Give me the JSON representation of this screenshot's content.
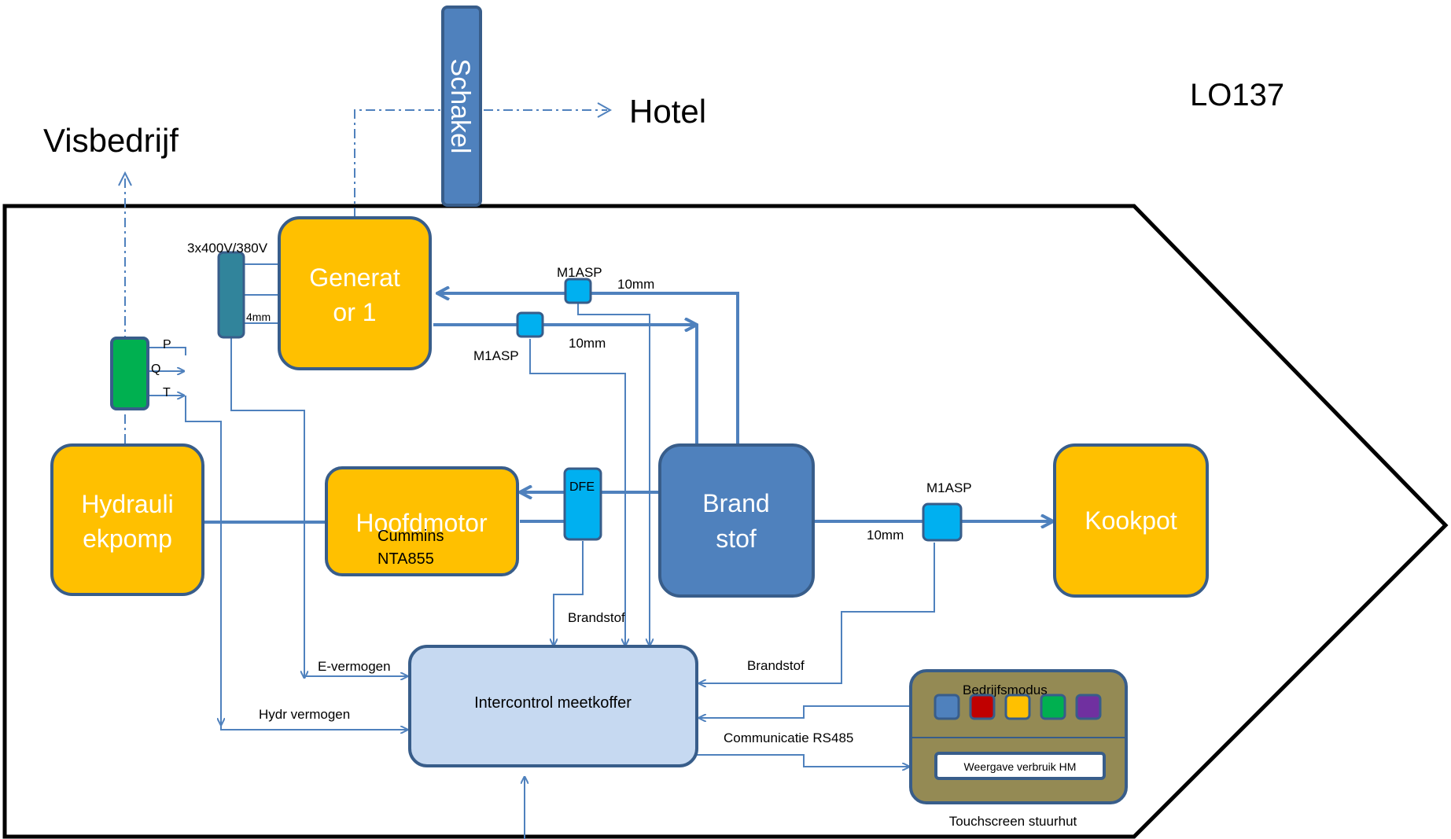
{
  "page": {
    "id_label": "LO137",
    "hotel_label": "Hotel",
    "visbedrijf_label": "Visbedrijf",
    "schakel_label": "Schakel"
  },
  "components": {
    "generator": {
      "line1": "Generat",
      "line2": "or 1"
    },
    "hydraulic_pump": {
      "line1": "Hydrauli",
      "line2": "ekpomp"
    },
    "main_engine": {
      "title": "Hoofdmotor",
      "sub1": "Cummins",
      "sub2": "NTA855"
    },
    "fuel": {
      "line1": "Brand",
      "line2": "stof"
    },
    "cooker": {
      "label": "Kookpot"
    },
    "meetkoffer": {
      "label": "Intercontrol meetkoffer"
    },
    "touchscreen": {
      "mode_label": "Bedrijfsmodus",
      "display_label": "Weergave verbruik HM",
      "caption": "Touchscreen stuurhut",
      "mode_buttons": [
        {
          "name": "blue",
          "color": "#4F81BD"
        },
        {
          "name": "red",
          "color": "#C00000"
        },
        {
          "name": "yellow",
          "color": "#FFC000"
        },
        {
          "name": "green",
          "color": "#00B050"
        },
        {
          "name": "purple",
          "color": "#7030A0"
        }
      ]
    }
  },
  "sensors": {
    "voltage": "3x400V/380V",
    "cable": "4mm",
    "flow_meter_top": "M1ASP",
    "flow_meter_mid": "M1ASP",
    "flow_meter_right": "M1ASP",
    "dfe": "DFE",
    "pqt": {
      "p": "P",
      "q": "Q",
      "t": "T"
    }
  },
  "connections": {
    "pipe_top": "10mm",
    "pipe_mid": "10mm",
    "pipe_right": "10mm",
    "brandstof_left": "Brandstof",
    "brandstof_right": "Brandstof",
    "e_vermogen": "E-vermogen",
    "hydr_vermogen": "Hydr vermogen",
    "communicatie": "Communicatie RS485"
  },
  "colors": {
    "orange": "#FFC000",
    "dark_blue": "#4F81BD",
    "sensor_cyan": "#00B0F0",
    "teal": "#31849B",
    "green": "#00B050",
    "light_blue": "#C6D9F1",
    "olive": "#948A54",
    "line": "#4F81BD"
  }
}
